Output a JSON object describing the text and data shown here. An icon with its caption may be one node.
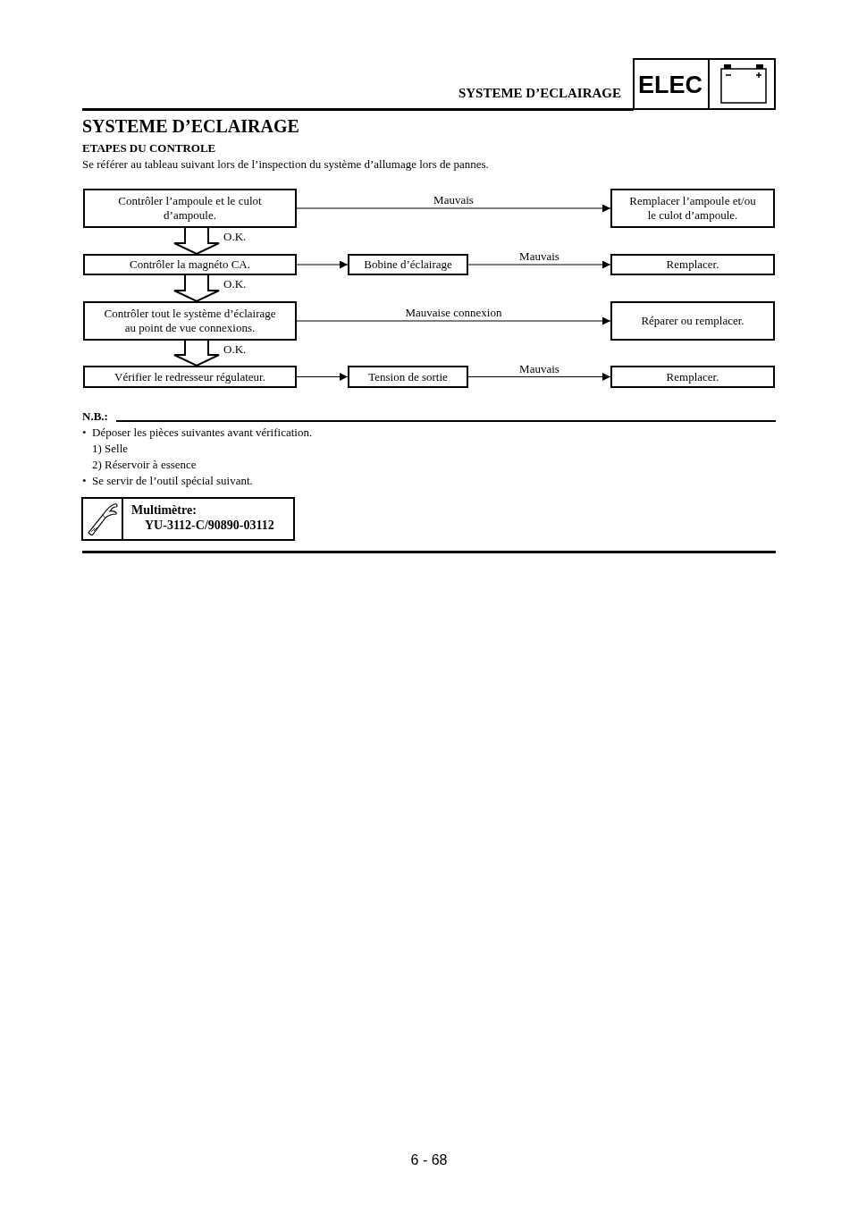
{
  "diagram": {
    "title": "SYSTEME D’ECLAIRAGE",
    "nodes": [
      {
        "text": [
          "Contrôler l’ampoule et le culot d’ampoule."
        ]
      },
      {
        "text": [
          "Remplacer l’ampoule et/ou le culot d’ampoule."
        ]
      },
      {
        "text": [
          "Contrôler la magnéto CA."
        ]
      },
      {
        "text": [
          "Bobine d’éclairage"
        ]
      },
      {
        "text": [
          "Remplacer."
        ]
      },
      {
        "text": [
          "Contrôler tout le système d’éclairage au point de vue connexions."
        ]
      },
      {
        "text": [
          "Réparer ou remplacer."
        ]
      },
      {
        "text": [
          "Vérifier le redresseur régulateur."
        ]
      },
      {
        "text": [
          "Tension de sortie"
        ]
      },
      {
        "text": [
          "Remplacer."
        ]
      }
    ],
    "edges": [
      {
        "from": 0,
        "to": 1,
        "arrow": "to",
        "label": "Mauvais"
      },
      {
        "from": 0,
        "to": 2,
        "arrow": "to",
        "label": "O.K.",
        "style": "thick"
      },
      {
        "from": 2,
        "to": 3,
        "arrow": "to"
      },
      {
        "from": 3,
        "to": 4,
        "arrow": "to",
        "label": "Mauvais"
      },
      {
        "from": 2,
        "to": 5,
        "arrow": "to",
        "label": "O.K.",
        "style": "thick"
      },
      {
        "from": 5,
        "to": 6,
        "arrow": "to",
        "label": "Mauvaise connexion"
      },
      {
        "from": 5,
        "to": 7,
        "arrow": "to",
        "label": "O.K.",
        "style": "thick"
      },
      {
        "from": 7,
        "to": 8,
        "arrow": "to"
      },
      {
        "from": 8,
        "to": 9,
        "arrow": "to",
        "label": "Mauvais"
      }
    ],
    "labels": [
      "SYSTEME D’ECLAIRAGE",
      "ELEC",
      "ETAPES DU CONTROLE",
      "Se référer au tableau suivant lors de l’inspection du système d’allumage lors de pannes.",
      "N.B.:",
      "•",
      "Déposer les pièces suivantes avant vérification.",
      "1) Selle",
      "2) Réservoir à essence",
      "•",
      "Se servir de l’outil spécial suivant.",
      "Multimètre:",
      "YU-3112-C/90890-03112",
      "6 - 68"
    ]
  }
}
